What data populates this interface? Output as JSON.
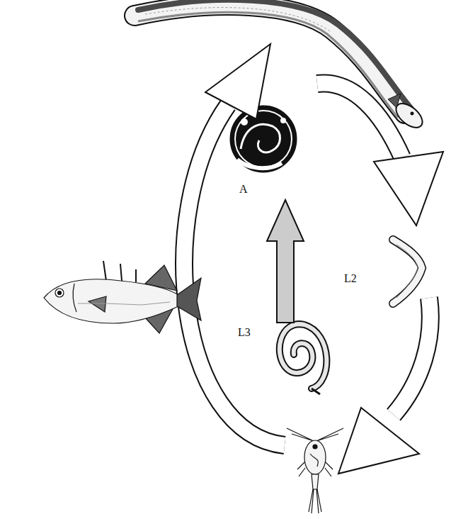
{
  "diagram": {
    "labels": [
      "A",
      "L2",
      "L3"
    ]
  }
}
